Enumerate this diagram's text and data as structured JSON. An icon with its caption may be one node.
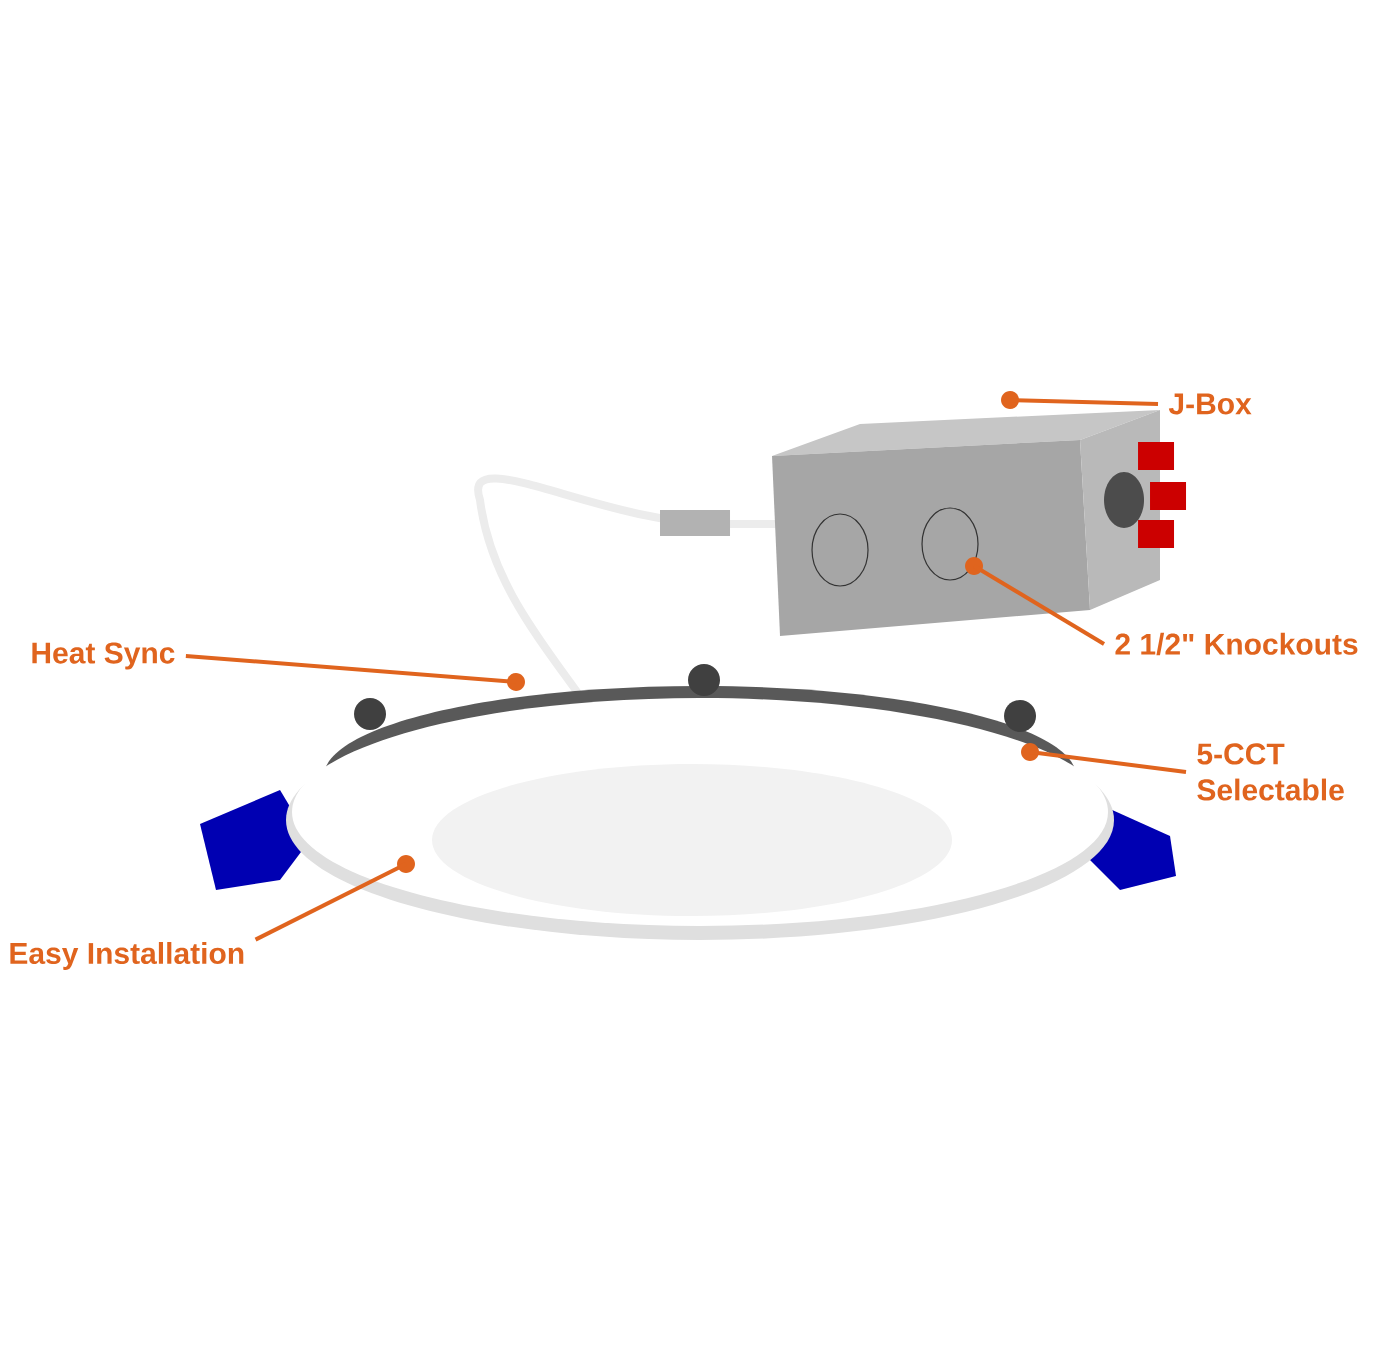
{
  "diagram": {
    "nodes": [
      {
        "text": [
          "J-Box"
        ]
      },
      {
        "text": [
          "Heat Sync"
        ]
      },
      {
        "text": [
          "2 1/2\" Knockouts"
        ]
      },
      {
        "text": [
          "5-CCT Selectable"
        ]
      },
      {
        "text": [
          "Easy Installation"
        ]
      },
      {
        "text": [],
        "shape": "circle"
      },
      {
        "text": [],
        "shape": "circle"
      },
      {
        "text": [],
        "shape": "circle"
      },
      {
        "text": [],
        "shape": "circle"
      },
      {
        "text": [],
        "shape": "circle"
      }
    ],
    "edges": [
      {
        "from": 0,
        "to": 5,
        "arrow": "none"
      },
      {
        "from": 1,
        "to": 6,
        "arrow": "none"
      },
      {
        "from": 2,
        "to": 7,
        "arrow": "none"
      },
      {
        "from": 3,
        "to": 8,
        "arrow": "none"
      },
      {
        "from": 4,
        "to": 9,
        "arrow": "none"
      }
    ]
  }
}
